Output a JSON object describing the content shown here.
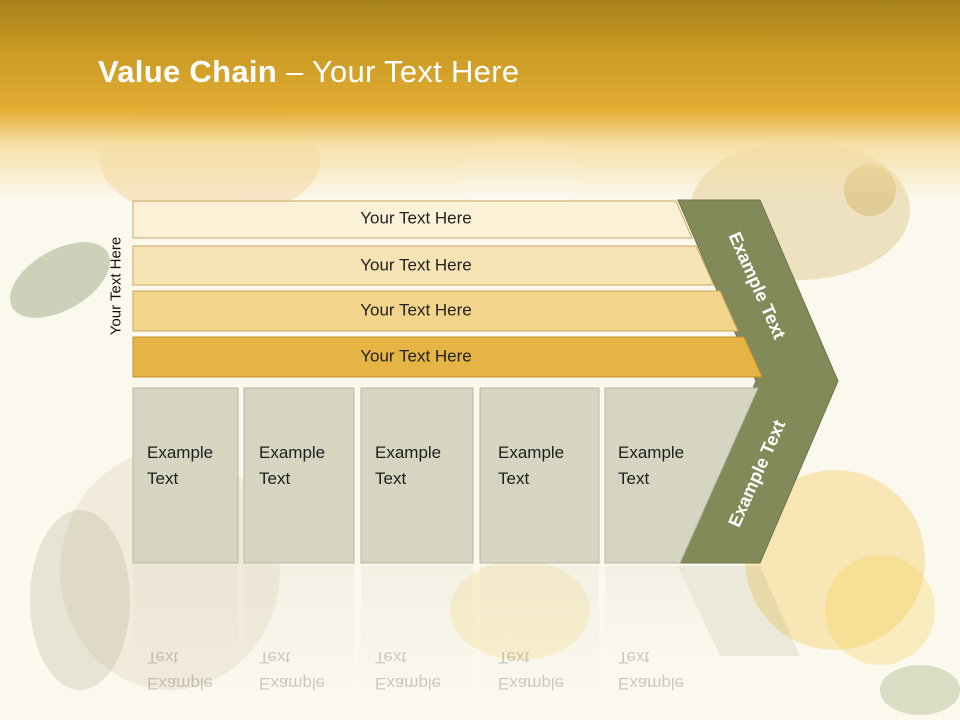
{
  "slide": {
    "title_bold": "Value Chain",
    "title_rest": " – Your Text Here",
    "side_label": "Your Text  Here"
  },
  "bars": [
    {
      "label": "Your Text Here",
      "color": "#fbf1d6"
    },
    {
      "label": "Your Text Here",
      "color": "#f7e4b4"
    },
    {
      "label": "Your Text Here",
      "color": "#f2d48a"
    },
    {
      "label": "Your Text Here",
      "color": "#e6b445"
    }
  ],
  "boxes": [
    {
      "line1": "Example",
      "line2": "Text"
    },
    {
      "line1": "Example",
      "line2": "Text"
    },
    {
      "line1": "Example",
      "line2": "Text"
    },
    {
      "line1": "Example",
      "line2": "Text"
    },
    {
      "line1": "Example",
      "line2": "Text"
    }
  ],
  "chevron": {
    "top_label": "Example Text",
    "bottom_label": "Example Text",
    "color": "#838a5a"
  },
  "colors": {
    "box_fill": "#d6d5c2",
    "box_stroke": "#b9b8a4",
    "header": "#d9a22c"
  }
}
